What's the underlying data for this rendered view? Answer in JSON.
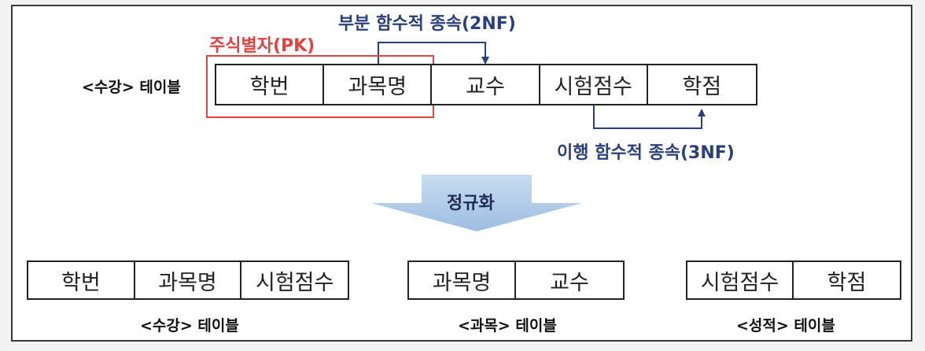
{
  "annotations": {
    "pk": "주식별자(PK)",
    "partial_dependency": "부분 함수적 종속(2NF)",
    "transitive_dependency": "이행 함수적 종속(3NF)",
    "normalization": "정규화"
  },
  "top_table": {
    "label": "<수강> 테이블",
    "columns": [
      "학번",
      "과목명",
      "교수",
      "시험점수",
      "학점"
    ]
  },
  "bottom_tables": [
    {
      "label": "<수강> 테이블",
      "columns": [
        "학번",
        "과목명",
        "시험점수"
      ]
    },
    {
      "label": "<과목> 테이블",
      "columns": [
        "과목명",
        "교수"
      ]
    },
    {
      "label": "<성적> 테이블",
      "columns": [
        "시험점수",
        "학점"
      ]
    }
  ],
  "colors": {
    "pk": "#e34242",
    "dependency": "#2b3f7a",
    "normalize_arrow": "#a9c6e6"
  }
}
